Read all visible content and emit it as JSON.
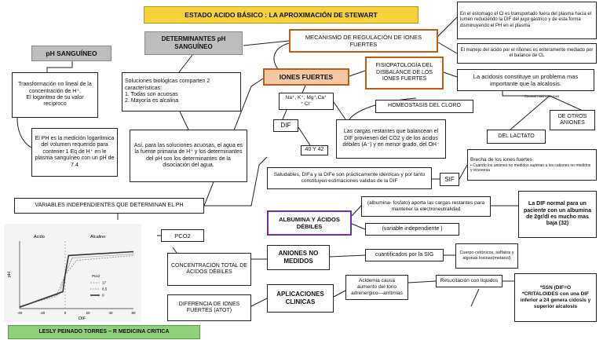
{
  "title": "ESTADO ACIDO  BÁSICO : LA APROXIMACIÓN DE STEWART",
  "colors": {
    "title_bg": "#f7d23b",
    "gray_header": "#bdbdbd",
    "green_footer": "#8fd07a",
    "orange_border": "#c55a11",
    "iones_fill": "#f4c7a4",
    "purple_border": "#7030a0",
    "line": "#222222"
  },
  "nodes": {
    "ph_sanguineo": "pH SANGUÍNEO",
    "transformacion": "Transformación no lineal de la concentración de  H⁺,\nEl logaritmo de su valor recíproco",
    "ph_medicion": "El PH es la medición logarítmica del volumen requerido para contener 1 Eq de H⁺ en le plasma sanguíneo con un pH de 7.4",
    "determinantes": "DETERMINANTES pH SANGUÍNEO",
    "soluciones": "Soluciones biológicas  comparten 2 características:\n1.      Todas son acuosas\n2.      Mayoría es alcalina",
    "asi_para": "Así, para las soluciones acuosas, el agua es la fuente primaria  de  H⁺ y los determinantes del pH son los determinantes de la disociación del agua.",
    "mecanismo": "MECANISMO DE REGULACIÓN DE IONES FUERTES",
    "estomago": "En el estomago el Cl es transportado fuera del plasma hacia el lumen reduciendo la DIF del jugo gástrico y de esta forma disminuyendo el PH en el plasma",
    "manejo": "El manejo del acido por el riñones es enteramente mediado por el balance de CL",
    "iones_fuertes": "IONES FUERTES",
    "fisiopatologia": "FISIOPATOLOGÍA DEL DISBALANCE DE LOS IONES FUERTES",
    "acidosis": "La acidosis constituye un problema mas importante que la alcalosis.",
    "causas": "Causas mas comunes",
    "homeostasis": "HOMEOSTASIS DEL CLORO",
    "otros_aniones": "DE OTROS ANIONES",
    "lactato": "DEL LACTATO",
    "iones_list": "Na⁺, K⁺, Mg⁺,Ca⁺\n⁺ Cl⁻",
    "dif": "DIF",
    "cuarenta": "40 Y 42",
    "cargas": "Las  cargas restantes que balancean el DIF provienen del CO2 y de los ácidos débiles (A⁻) y en menor grado, del OH⁻",
    "saludables": "Saludables, DIFa y la DIFe son prácticamente idénticas y por tanto constituyen estimaciones validas de la DIF",
    "sif": "SIF",
    "brecha_title": "Brecha de los iones fuertes",
    "brecha_text": "• Cuando los aniones no medidos superan a los cationes no medidos y viceversa",
    "variables": "VARIABLES INDEPENDIENTES QUE DETERMINAN EL PH",
    "pco2": "PCO2",
    "concentracion": "CONCENTRACIÓN TOTAL DE ÁCIDOS DÉBILES",
    "diferencia": "DIFERENCIA DE IONES FUERTES  (ATOT)",
    "albumina": "ALBUMINA  Y ÁCIDOS DÉBILES",
    "albumina_fosfato": "(albumina- fosfato) aporta las cargas  restantes para mantener la electroneutralidad",
    "variable_indep": "(variable independiente )",
    "dif_normal": "La DIF normal para un paciente con un albumina de 2gr/dl es mucho mas baja (32)",
    "aniones_no": "ANIONES NO MEDIDOS",
    "cuantificados": "cuantificados por la SIG",
    "cuerpos": "Cuerpo cetónicos, sulfatos y algunas toxinas(metanol)",
    "aplicaciones": "APLICACIONES CLINICAS",
    "acidemia": "Acidemia causa aumento del tono adrenergico—arritmias",
    "resucitacion": "Resucitación con líquidos",
    "ssn": "*SSN (DIF=O\n*CRITALOIDES con una DIF inferior a 24 genera cidosis y superior alcalosis",
    "footer": "LESLY PEINADO TORRES – R MEDICINA  CRITICA"
  },
  "chart_data": {
    "type": "line",
    "title": "",
    "xlabel": "DIF",
    "ylabel": "pH",
    "region_labels": [
      "Ácido",
      "Alcalino"
    ],
    "legend_title": "Pco2",
    "x_ticks": [
      "-40",
      "-20",
      "0",
      "20",
      "40",
      "60"
    ],
    "xlim": [
      -40,
      60
    ],
    "ylim": [
      0,
      14
    ],
    "series": [
      {
        "name": "17",
        "x": [
          -40,
          -8,
          0,
          10,
          60
        ],
        "y": [
          0.5,
          2.5,
          7.0,
          10.0,
          11.0
        ]
      },
      {
        "name": "8,5",
        "x": [
          -40,
          -5,
          0,
          6,
          60
        ],
        "y": [
          0.4,
          3.0,
          7.0,
          10.5,
          11.3
        ]
      },
      {
        "name": "0",
        "x": [
          -40,
          -2,
          0,
          3,
          60
        ],
        "y": [
          0.3,
          3.5,
          7.0,
          11.0,
          11.8
        ]
      }
    ]
  }
}
